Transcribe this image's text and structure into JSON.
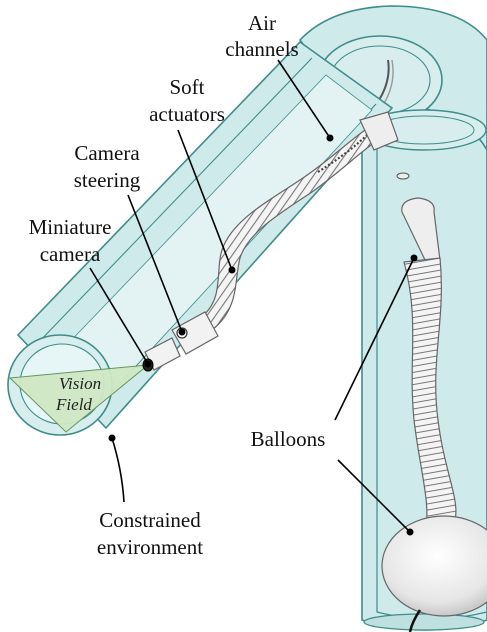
{
  "labels": {
    "air_channels": [
      "Air",
      "channels"
    ],
    "soft_actuators": [
      "Soft",
      "actuators"
    ],
    "camera_steering": [
      "Camera",
      "steering"
    ],
    "miniature_camera": [
      "Miniature",
      "camera"
    ],
    "vision_field": [
      "Vision",
      "Field"
    ],
    "balloons": [
      "Balloons"
    ],
    "constrained_environment": [
      "Constrained",
      "environment"
    ]
  },
  "colors": {
    "pipe_fill": "#cfeaea",
    "pipe_stroke": "#3f8c8c",
    "robot_fill": "#f2f2f2",
    "robot_stroke": "#6a6a6a",
    "vision_fill": "#cfe8c4",
    "cable": "#111111"
  }
}
